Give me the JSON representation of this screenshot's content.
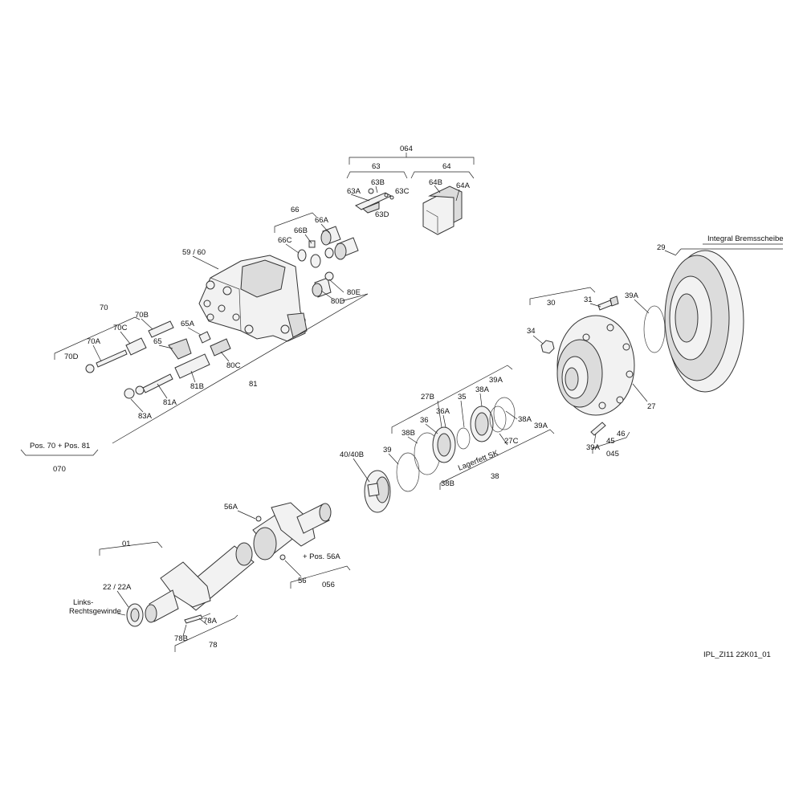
{
  "labels": {
    "l064": "064",
    "l63": "63",
    "l64": "64",
    "l63A": "63A",
    "l63B": "63B",
    "l63C": "63C",
    "l63D": "63D",
    "l64A": "64A",
    "l64B": "64B",
    "l66": "66",
    "l66A": "66A",
    "l66B": "66B",
    "l66C": "66C",
    "l59_60": "59 / 60",
    "l80E": "80E",
    "l80D": "80D",
    "l80C": "80C",
    "l70": "70",
    "l70B": "70B",
    "l70C": "70C",
    "l70A": "70A",
    "l70D": "70D",
    "l65A": "65A",
    "l65": "65",
    "l81B": "81B",
    "l81A": "81A",
    "l81": "81",
    "l83A": "83A",
    "lPos": "Pos. 70 + Pos. 81",
    "l070": "070",
    "l29": "29",
    "lBrems": "Integral Bremsscheibe",
    "l30": "30",
    "l31": "31",
    "l39A_top": "39A",
    "l34": "34",
    "l27": "27",
    "l39A_bot": "39A",
    "l45": "45",
    "l46": "46",
    "l045": "045",
    "l39A_mid": "39A",
    "l27B": "27B",
    "l35": "35",
    "l38A_top": "38A",
    "l36A": "36A",
    "l36": "36",
    "l38A_mid": "38A",
    "l39A_mid2": "39A",
    "l38B_top": "38B",
    "l27C": "27C",
    "lLager": "Lagerfett SK",
    "l38B_bot": "38B",
    "l38": "38",
    "l40": "40/40B",
    "l39": "39",
    "l56A": "56A",
    "lPos56A": "+ Pos. 56A",
    "l56": "56",
    "l056": "056",
    "l01": "01",
    "l22": "22 / 22A",
    "lLinks1": "Links-",
    "lLinks2": "Rechtsgewinde",
    "l78A": "78A",
    "l78B": "78B",
    "l78": "78",
    "lRef": "IPL_ZI11 22K01_01"
  }
}
